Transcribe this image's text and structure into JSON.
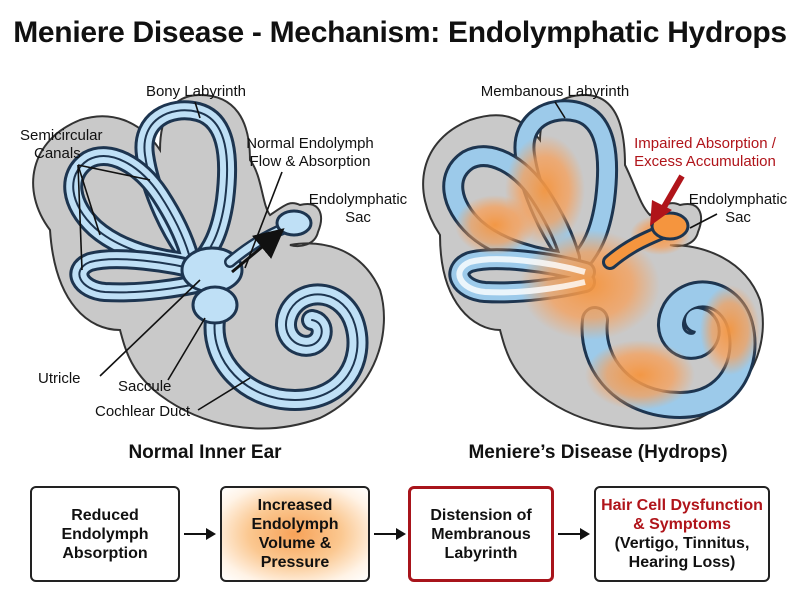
{
  "title": "Meniere Disease - Mechanism: Endolymphatic Hydrops",
  "left_panel": {
    "caption": "Normal Inner Ear",
    "labels": {
      "bony_labyrinth": "Bony Labyrinth",
      "semicircular_1": "Semicircular",
      "semicircular_2": "Canals",
      "normal_flow_1": "Normal Endolymph",
      "normal_flow_2": "Flow & Absorption",
      "sac_1": "Endolymphatic",
      "sac_2": "Sac",
      "utricle": "Utricle",
      "saccule": "Saccule",
      "cochlear_duct": "Cochlear Duct"
    }
  },
  "right_panel": {
    "caption": "Meniere’s Disease (Hydrops)",
    "labels": {
      "membranous": "Membanous Labyrinth",
      "impaired_1": "Impaired Absorption /",
      "impaired_2": "Excess Accumulation",
      "sac_1": "Endolymphatic",
      "sac_2": "Sac"
    }
  },
  "flow": [
    {
      "lines": [
        "Reduced",
        "Endolymph",
        "Absorption"
      ],
      "style": "plain"
    },
    {
      "lines": [
        "Increased",
        "Endolymph",
        "Volume &",
        "Pressure"
      ],
      "style": "orange"
    },
    {
      "lines": [
        "Distension of",
        "Membranous",
        "Labyrinth"
      ],
      "style": "red-border"
    },
    {
      "red_lines": [
        "Hair Cell Dysfunction",
        "& Symptoms"
      ],
      "lines": [
        "(Vertigo, Tinnitus,",
        "Hearing Loss)"
      ],
      "style": "plain"
    }
  ],
  "colors": {
    "bone": "#c9c9c9",
    "membrane_fill": "#bfe0f6",
    "membrane_stroke": "#1d3550",
    "hydrops": "#f5953e",
    "accent_red": "#b0141a"
  }
}
